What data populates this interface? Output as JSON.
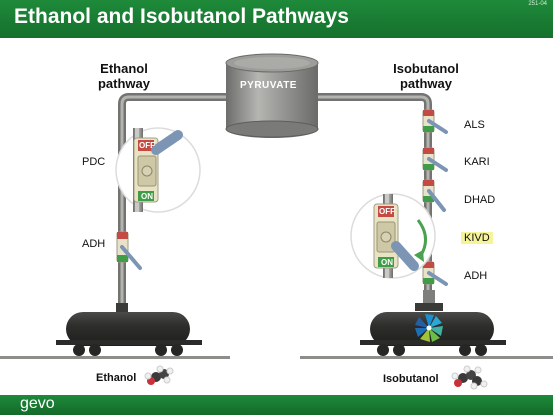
{
  "header": {
    "title": "Ethanol and Isobutanol Pathways",
    "code": "251-04"
  },
  "ethanol": {
    "heading_line1": "Ethanol",
    "heading_line2": "pathway",
    "enzymes": [
      "PDC",
      "ADH"
    ],
    "product": "Ethanol"
  },
  "isobutanol": {
    "heading_line1": "Isobutanol",
    "heading_line2": "pathway",
    "enzymes": [
      "ALS",
      "KARI",
      "DHAD",
      "KIVD",
      "ADH"
    ],
    "highlighted_enzyme": "KIVD",
    "product": "Isobutanol"
  },
  "tank": {
    "label": "PYRUVATE"
  },
  "valve": {
    "off_label": "OFF",
    "on_label": "ON"
  },
  "footer": {
    "brand": "gevo"
  },
  "colors": {
    "brand_green": "#1e8a3a",
    "pipe": "#8a8a88",
    "valve_off": "#c44a44",
    "valve_on": "#3f9c47",
    "highlight": "#f6f39a"
  }
}
